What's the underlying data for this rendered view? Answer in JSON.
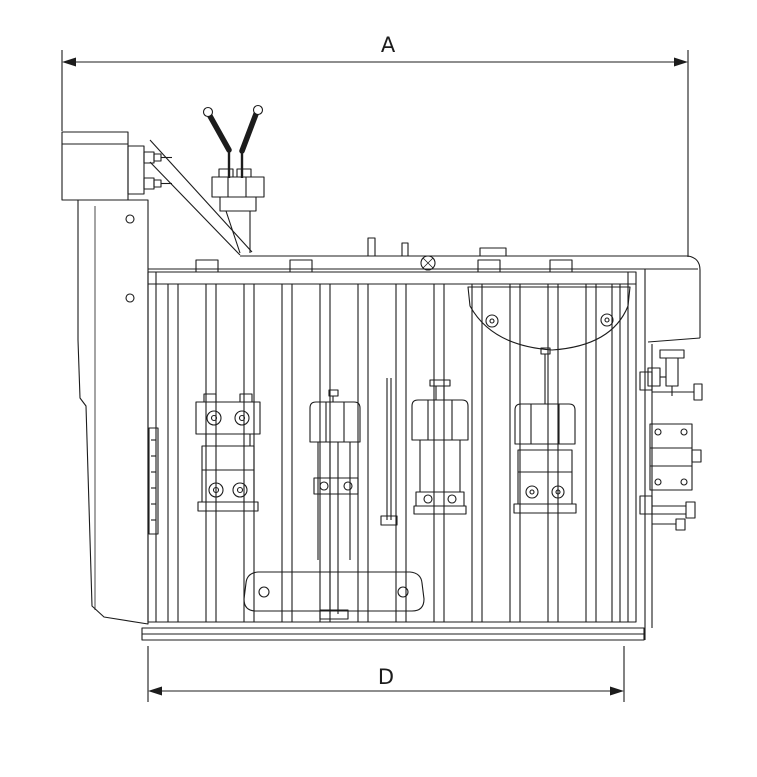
{
  "drawing": {
    "title": "equipment-side-view-technical-drawing",
    "dimension_labels": {
      "top_width": "A",
      "bottom_width": "D"
    }
  },
  "colors": {
    "line": "#1c1c1c",
    "background": "#ffffff"
  }
}
